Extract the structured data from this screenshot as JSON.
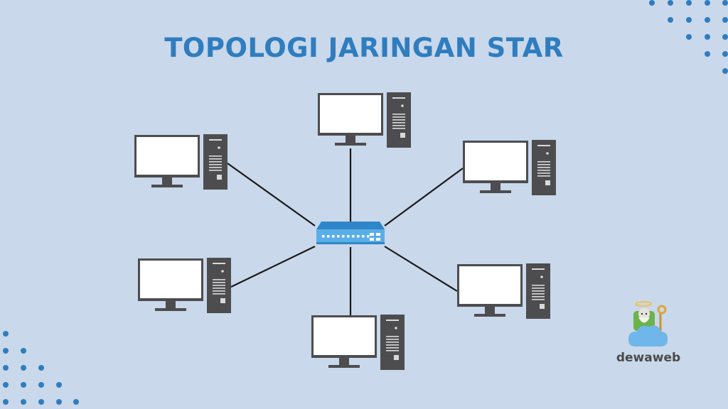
{
  "title": "TOPOLOGI JARINGAN STAR",
  "brand": {
    "name": "dewaweb",
    "icon": "dewaweb-logo-icon"
  },
  "diagram": {
    "type": "star-topology",
    "center": {
      "id": "hub",
      "kind": "network-switch",
      "icon": "switch-icon"
    },
    "nodes": [
      {
        "id": "pc-top",
        "kind": "computer",
        "icon": "computer-icon"
      },
      {
        "id": "pc-top-left",
        "kind": "computer",
        "icon": "computer-icon"
      },
      {
        "id": "pc-top-right",
        "kind": "computer",
        "icon": "computer-icon"
      },
      {
        "id": "pc-bottom-left",
        "kind": "computer",
        "icon": "computer-icon"
      },
      {
        "id": "pc-bottom-right",
        "kind": "computer",
        "icon": "computer-icon"
      },
      {
        "id": "pc-bottom",
        "kind": "computer",
        "icon": "computer-icon"
      }
    ],
    "edges": [
      [
        "hub",
        "pc-top"
      ],
      [
        "hub",
        "pc-top-left"
      ],
      [
        "hub",
        "pc-top-right"
      ],
      [
        "hub",
        "pc-bottom-left"
      ],
      [
        "hub",
        "pc-bottom-right"
      ],
      [
        "hub",
        "pc-bottom"
      ]
    ]
  },
  "colors": {
    "background": "#c9d8ea",
    "title": "#2f7dbf",
    "device": "#4d4d4f",
    "screen": "#ffffff",
    "link": "#1a1a1a",
    "switch_body": "#5aaee8",
    "switch_dark": "#2f86c8",
    "dots": "#2f7dbf",
    "brand_text": "#4a4a4a",
    "cloud": "#6fb7ea"
  }
}
